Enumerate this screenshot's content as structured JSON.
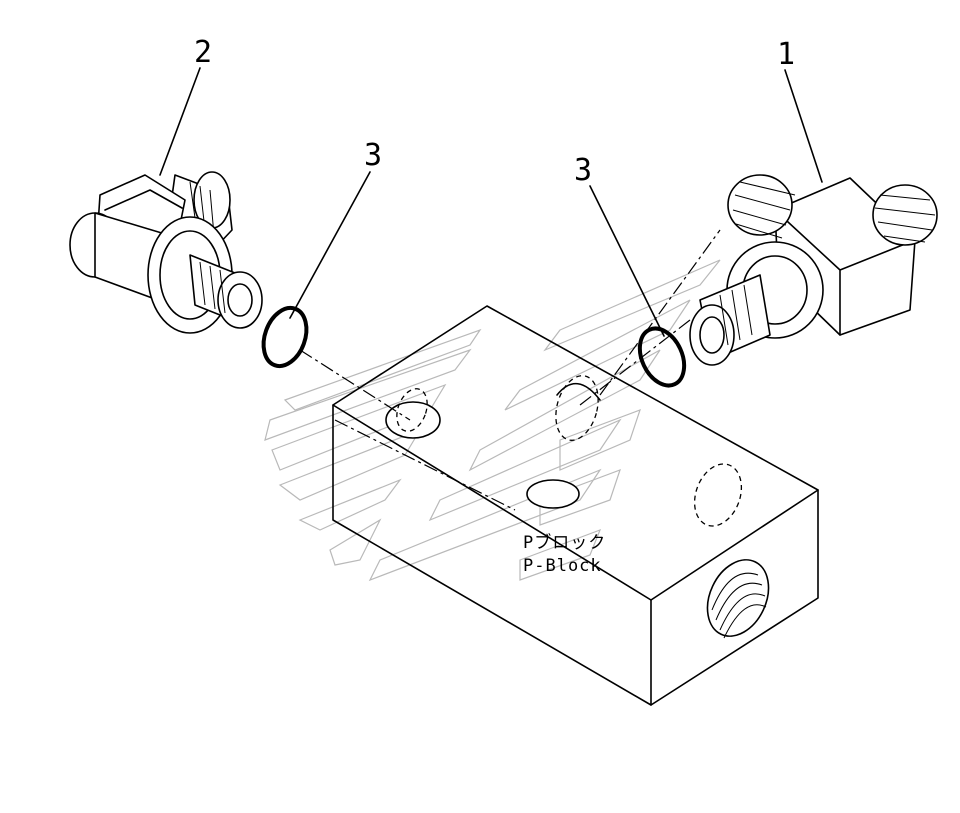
{
  "diagram": {
    "callouts": [
      {
        "id": "c1",
        "text": "1"
      },
      {
        "id": "c2",
        "text": "2"
      },
      {
        "id": "c3a",
        "text": "3"
      },
      {
        "id": "c3b",
        "text": "3"
      }
    ],
    "block_label": {
      "jp": "Pブロック",
      "en": "P-Block"
    },
    "parts": [
      {
        "callout": "1",
        "name": "elbow-fitting"
      },
      {
        "callout": "2",
        "name": "pressure-sensor"
      },
      {
        "callout": "3",
        "name": "o-ring"
      }
    ],
    "colors": {
      "line": "#000000",
      "watermark": "#b9b9b9",
      "background": "#ffffff"
    }
  }
}
